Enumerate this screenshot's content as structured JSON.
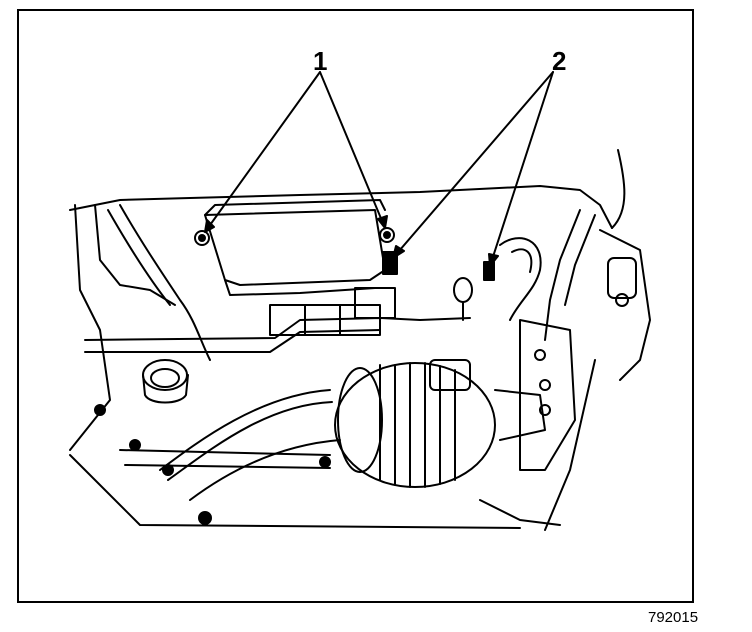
{
  "callouts": {
    "one": "1",
    "two": "2"
  },
  "figure_id": "792015",
  "colors": {
    "ink": "#000000",
    "paper": "#ffffff"
  }
}
